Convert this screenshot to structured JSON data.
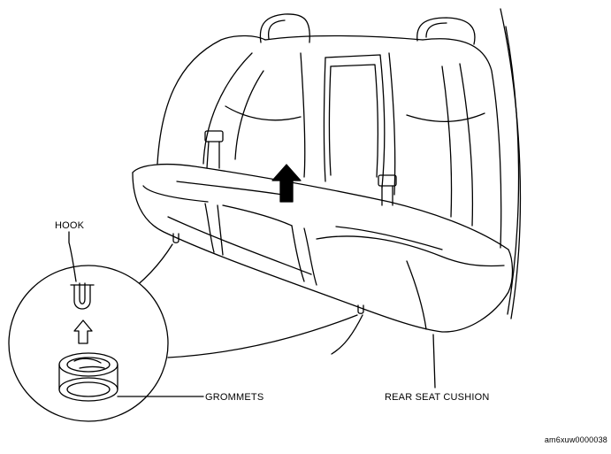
{
  "labels": {
    "hook": "HOOK",
    "grommets": "GROMMETS",
    "rear_seat_cushion": "REAR SEAT CUSHION",
    "reference_code": "am6xuw0000038"
  },
  "colors": {
    "line": "#000000",
    "background": "#ffffff",
    "shading": "#d9d9d9"
  }
}
